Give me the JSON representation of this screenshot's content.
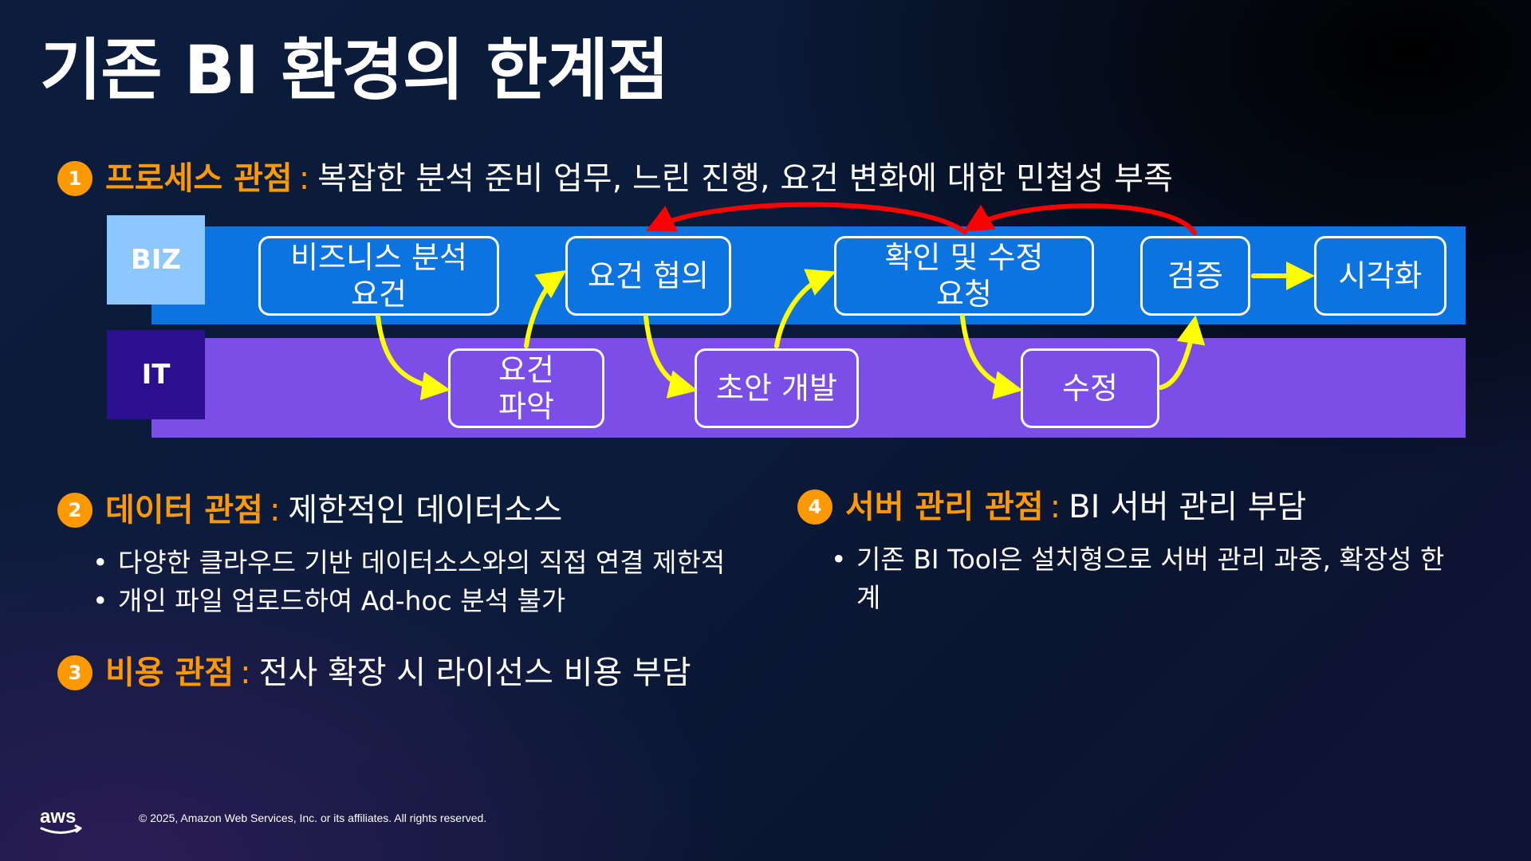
{
  "title": "기존 BI 환경의 한계점",
  "sections": {
    "process": {
      "number": "1",
      "label": "프로세스 관점",
      "colon": ":",
      "desc": "복잡한 분석 준비 업무, 느린 진행, 요건 변화에 대한 민첩성 부족"
    },
    "data": {
      "number": "2",
      "label": "데이터 관점",
      "colon": ":",
      "desc": "제한적인 데이터소스",
      "bullets": [
        "다양한 클라우드 기반 데이터소스와의 직접 연결 제한적",
        "개인 파일 업로드하여 Ad-hoc 분석 불가"
      ]
    },
    "cost": {
      "number": "3",
      "label": "비용 관점",
      "colon": ":",
      "desc": "전사 확장 시 라이선스 비용 부담"
    },
    "server": {
      "number": "4",
      "label": "서버 관리 관점",
      "colon": ":",
      "desc": "BI 서버 관리 부담",
      "bullets": [
        "기존 BI Tool은 설치형으로 서버 관리 과중, 확장성 한계"
      ]
    }
  },
  "diagram": {
    "lanes": {
      "biz": "BIZ",
      "it": "IT"
    },
    "nodes": {
      "biz_requirement": "비즈니스 분석\n요건",
      "req_negotiation": "요건 협의",
      "confirm_request": "확인 및 수정\n요청",
      "verify": "검증",
      "visualize": "시각화",
      "req_understand": "요건\n파악",
      "draft_dev": "초안 개발",
      "modify": "수정"
    },
    "colors": {
      "biz_band": "#0b74e0",
      "it_band": "#7b4ee8",
      "biz_label": "#8cc8ff",
      "it_label": "#2a0f8f",
      "flow_arrow": "#ffff00",
      "feedback_arrow": "#ff0000",
      "accent": "#ff9900"
    }
  },
  "footer": {
    "logo": "aws",
    "copyright": "© 2025, Amazon Web Services, Inc. or its affiliates. All rights reserved."
  }
}
